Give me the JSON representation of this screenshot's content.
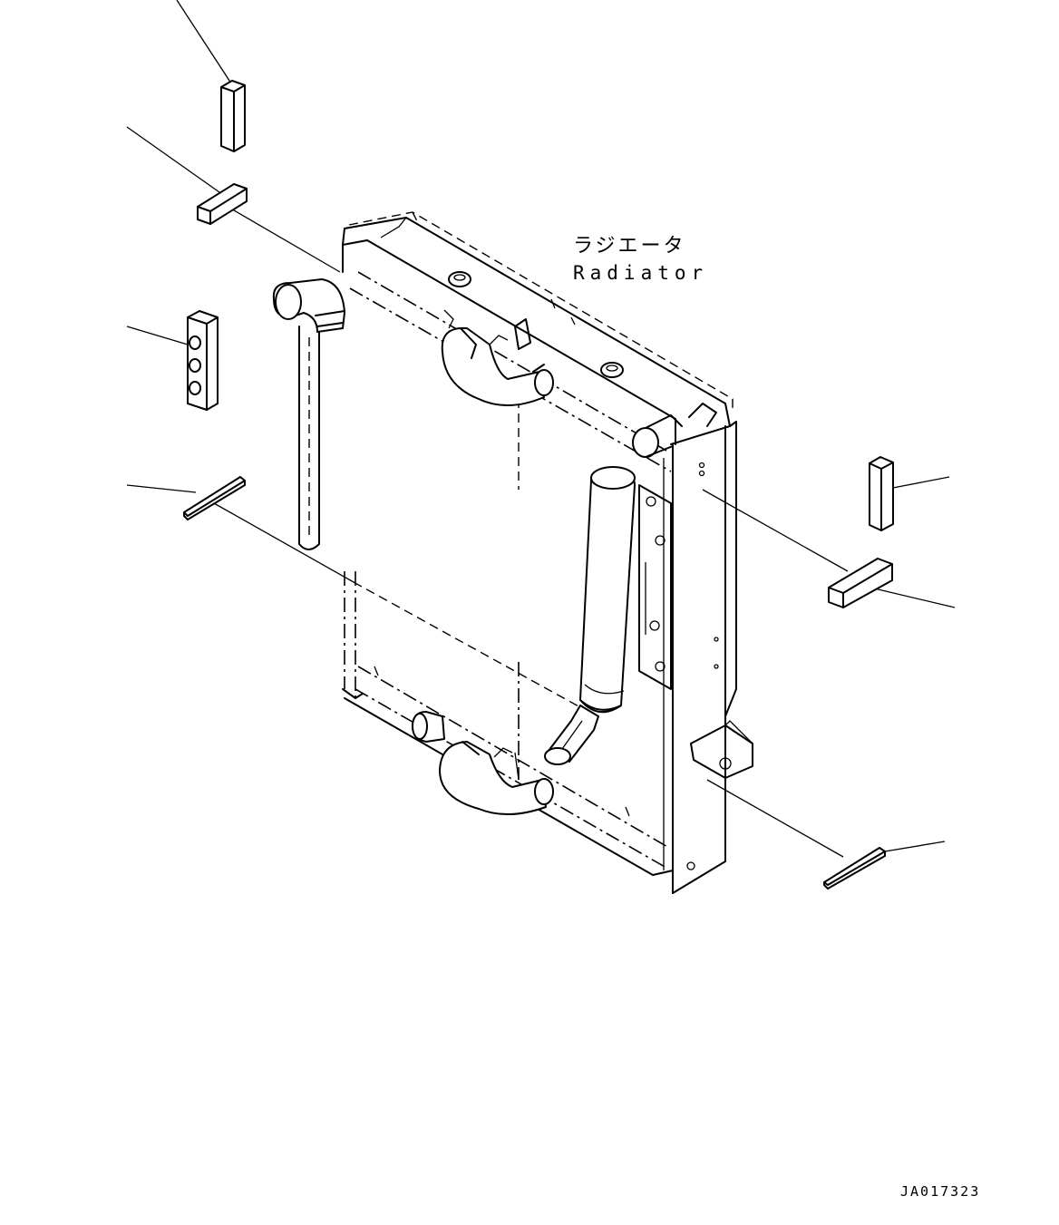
{
  "labels": {
    "name_jp": "ラジエータ",
    "name_en": "Radiator",
    "drawing_id": "JA017323"
  }
}
